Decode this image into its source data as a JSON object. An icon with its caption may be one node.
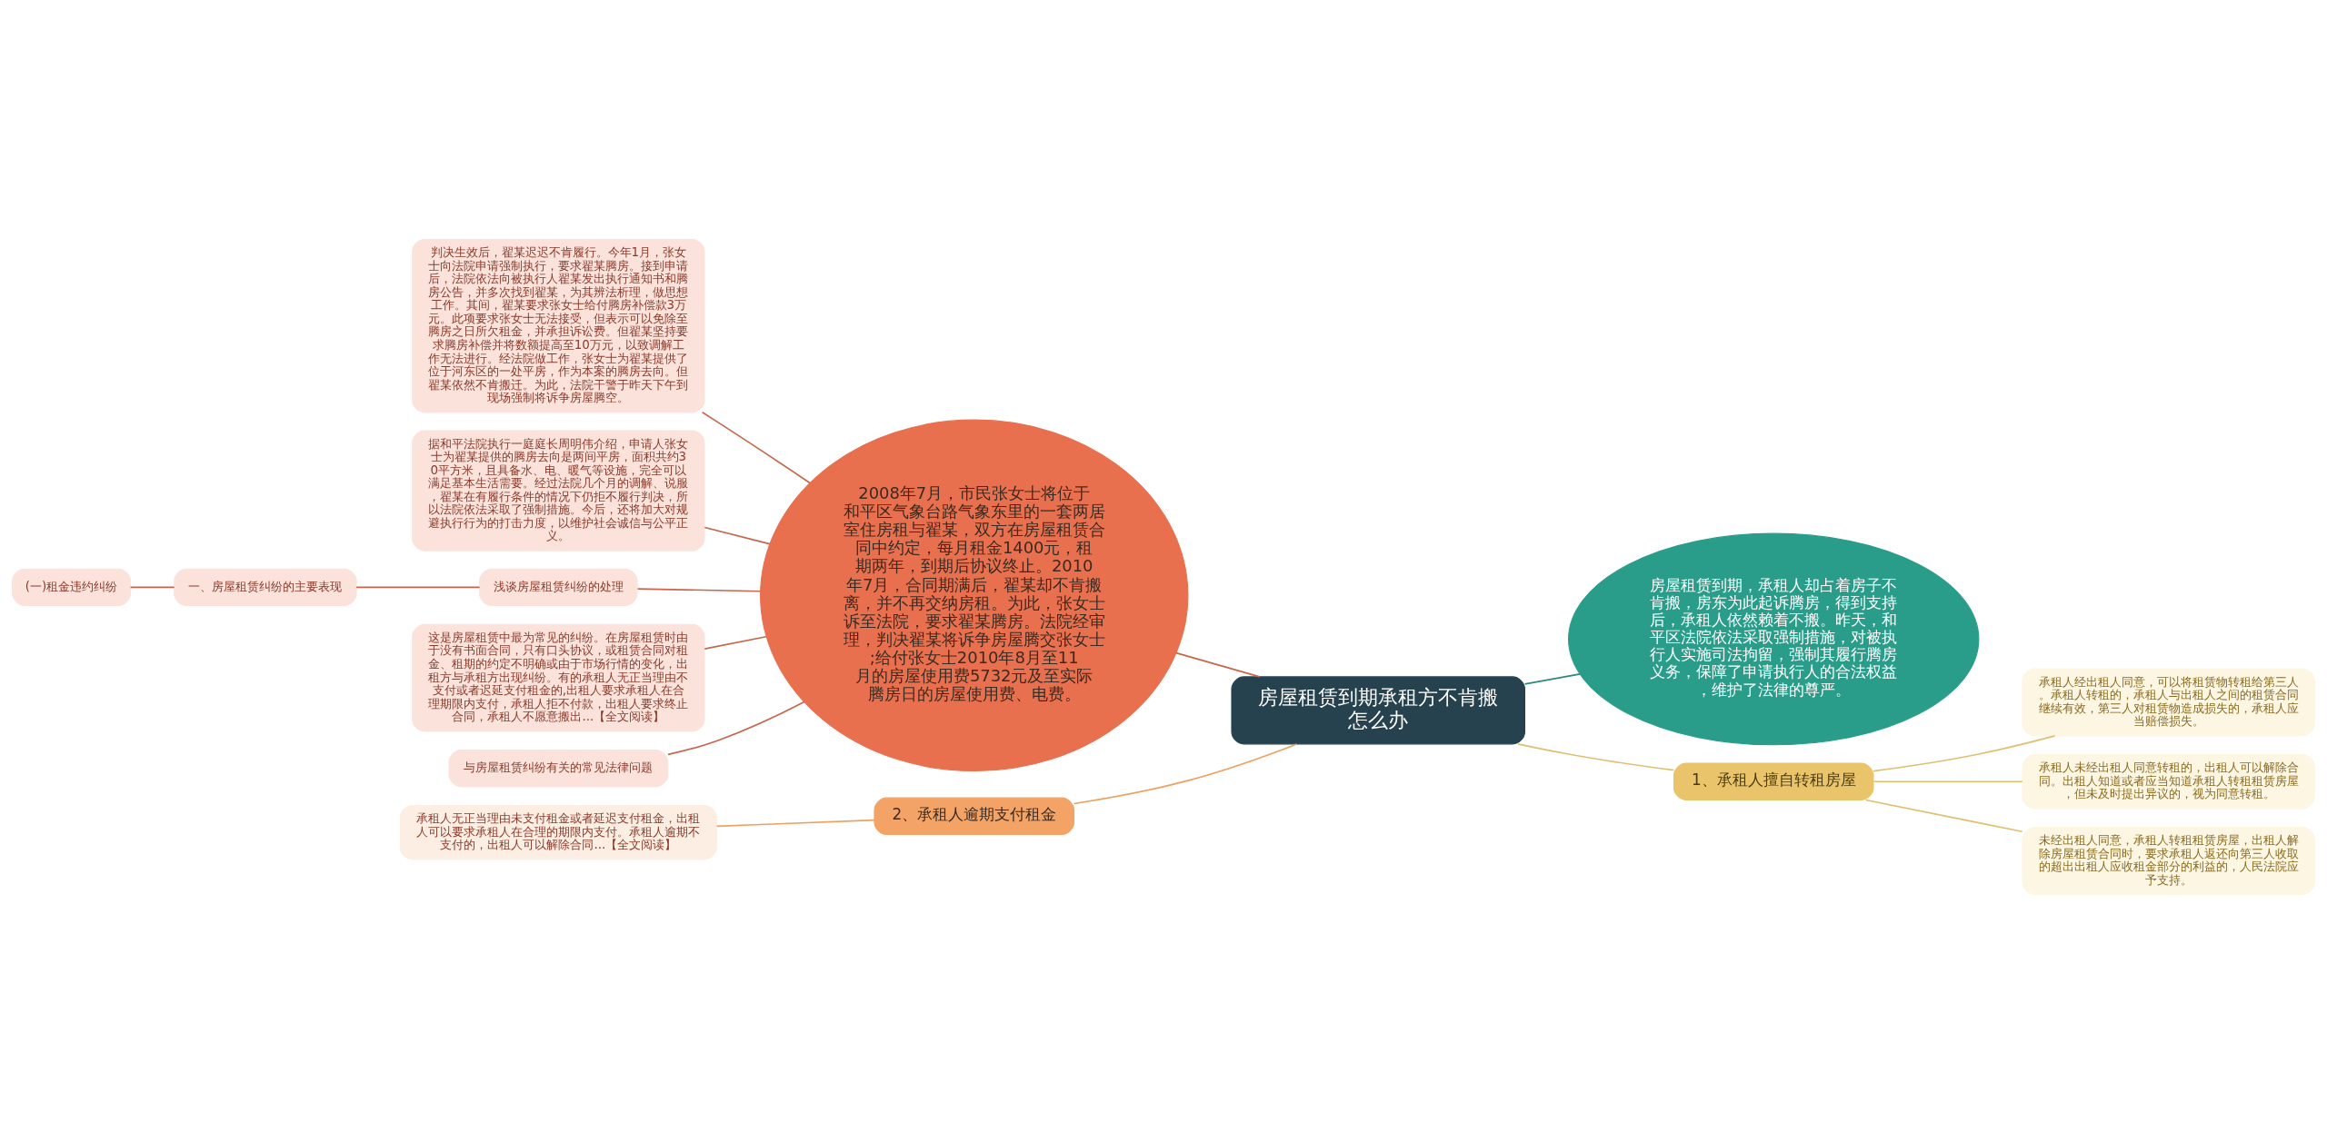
{
  "diagram": {
    "nodes": [
      {
        "text": [
          "房屋租赁到期承租方不肯搬怎么办"
        ]
      },
      {
        "text": [
          "2008年7月，市民张女士将位于和平区气象台路气象东里的一套两居室住房租与翟某，双方在房屋租赁合同中约定，每月租金1400元，租期两年，到期后协议终止。2010年7月，合同期满后，翟某却不肯搬离，并不再交纳房租。为此，张女士诉至法院，要求翟某腾房。法院经审理，判决翟某将诉争房屋腾交张女士;给付张女士2010年8月至11月的房屋使用费5732元及至实际腾房日的房屋使用费、电费。"
        ]
      },
      {
        "text": [
          "判决生效后，翟某迟迟不肯履行。今年1月，张女士向法院申请强制执行，要求翟某腾房。接到申请后，法院依法向被执行人翟某发出执行通知书和腾房公告，并多次找到翟某，为其辨法析理，做思想工作。其间，翟某要求张女士给付腾房补偿款3万元。此项要求张女士无法接受，但表示可以免除至腾房之日所欠租金，并承担诉讼费。但翟某坚持要求腾房补偿并将数额提高至10万元，以致调解工作无法进行。经法院做工作，张女士为翟某提供了位于河东区的一处平房，作为本案的腾房去向。但翟某依然不肯搬迁。为此，法院干警于昨天下午到现场强制将诉争房屋腾空。"
        ]
      },
      {
        "text": [
          "据和平法院执行一庭庭长周明伟介绍，申请人张女士为翟某提供的腾房去向是两间平房，面积共约30平方米，且具备水、电、暖气等设施，完全可以满足基本生活需要。经过法院几个月的调解、说服，翟某在有履行条件的情况下仍拒不履行判决，所以法院依法采取了强制措施。今后，还将加大对规避执行行为的打击力度，以维护社会诚信与公平正义。"
        ]
      },
      {
        "text": [
          "浅谈房屋租赁纠纷的处理"
        ]
      },
      {
        "text": [
          "一、房屋租赁纠纷的主要表现"
        ]
      },
      {
        "text": [
          "(一)租金违约纠纷"
        ]
      },
      {
        "text": [
          "这是房屋租赁中最为常见的纠纷。在房屋租赁时由于没有书面合同，只有口头协议，或租赁合同对租金、租期的约定不明确或由于市场行情的变化，出租方与承租方出现纠纷。有的承租人无正当理由不支付或者迟延支付租金的,出租人要求承租人在合理期限内支付，承租人拒不付款，出租人要求终止合同，承租人不愿意搬出...【全文阅读】"
        ]
      },
      {
        "text": [
          "与房屋租赁纠纷有关的常见法律问题"
        ]
      },
      {
        "text": [
          "房屋租赁到期，承租人却占着房子不肯搬，房东为此起诉腾房，得到支持后，承租人依然赖着不搬。昨天，和平区法院依法采取强制措施，对被执行人实施司法拘留，强制其履行腾房义务，保障了申请执行人的合法权益，维护了法律的尊严。"
        ]
      },
      {
        "text": [
          "1、承租人擅自转租房屋"
        ]
      },
      {
        "text": [
          "承租人经出租人同意，可以将租赁物转租给第三人。承租人转租的，承租人与出租人之间的租赁合同继续有效，第三人对租赁物造成损失的，承租人应当赔偿损失。"
        ]
      },
      {
        "text": [
          "承租人未经出租人同意转租的，出租人可以解除合同。出租人知道或者应当知道承租人转租租赁房屋，但未及时提出异议的，视为同意转租。"
        ]
      },
      {
        "text": [
          "未经出租人同意，承租人转租租赁房屋，出租人解除房屋租赁合同时，要求承租人返还向第三人收取的超出出租人应收租金部分的利益的，人民法院应予支持。"
        ]
      },
      {
        "text": [
          "2、承租人逾期支付租金"
        ]
      },
      {
        "text": [
          "承租人无正当理由未支付租金或者延迟支付租金，出租人可以要求承租人在合理的期限内支付。承租人逾期不支付的，出租人可以解除合同...【全文阅读】"
        ]
      }
    ],
    "edges": [
      {
        "from": 0,
        "to": 1,
        "arrow": "none"
      },
      {
        "from": 1,
        "to": 2,
        "arrow": "none"
      },
      {
        "from": 1,
        "to": 3,
        "arrow": "none"
      },
      {
        "from": 1,
        "to": 4,
        "arrow": "none"
      },
      {
        "from": 4,
        "to": 5,
        "arrow": "none"
      },
      {
        "from": 5,
        "to": 6,
        "arrow": "none"
      },
      {
        "from": 1,
        "to": 7,
        "arrow": "none"
      },
      {
        "from": 1,
        "to": 8,
        "arrow": "none"
      },
      {
        "from": 0,
        "to": 9,
        "arrow": "none",
        "color": "#2a8a7a"
      },
      {
        "from": 0,
        "to": 10,
        "arrow": "none",
        "color": "#e0c070"
      },
      {
        "from": 10,
        "to": 11,
        "arrow": "none",
        "color": "#e0c070"
      },
      {
        "from": 10,
        "to": 12,
        "arrow": "none",
        "color": "#e0c070"
      },
      {
        "from": 10,
        "to": 13,
        "arrow": "none",
        "color": "#e0c070"
      },
      {
        "from": 0,
        "to": 14,
        "arrow": "none",
        "color": "#eea060"
      },
      {
        "from": 14,
        "to": 15,
        "arrow": "none",
        "color": "#eea060"
      }
    ]
  }
}
